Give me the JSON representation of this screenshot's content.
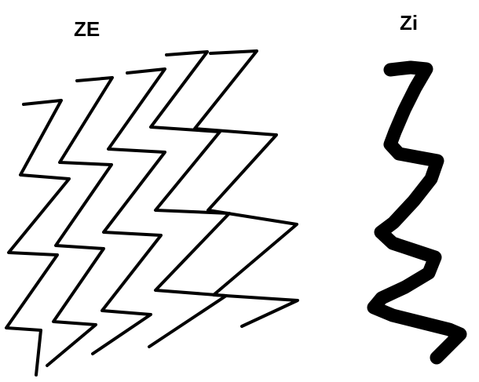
{
  "labels": {
    "ze": "ZE",
    "zi": "Zi"
  },
  "colors": {
    "background": "#ffffff",
    "stroke": "#000000"
  },
  "figures": {
    "ze": {
      "description_name": "ze-zigzag-stack",
      "line_count": 5,
      "style": "thin"
    },
    "zi": {
      "description_name": "zi-zigzag",
      "line_count": 1,
      "style": "thick"
    }
  }
}
